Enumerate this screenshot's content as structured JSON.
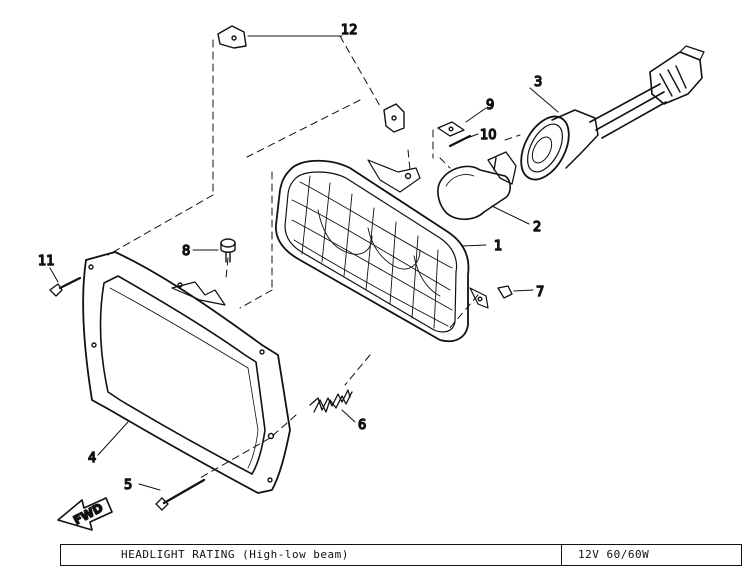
{
  "callouts": {
    "c1": "1",
    "c2": "2",
    "c3": "3",
    "c4": "4",
    "c5": "5",
    "c6": "6",
    "c7": "7",
    "c8": "8",
    "c9": "9",
    "c10": "10",
    "c11": "11",
    "c12": "12"
  },
  "direction_arrow": {
    "label": "FWD"
  },
  "rating_table": {
    "label": "HEADLIGHT RATING (High-low beam)",
    "value": "12V 60/60W"
  }
}
